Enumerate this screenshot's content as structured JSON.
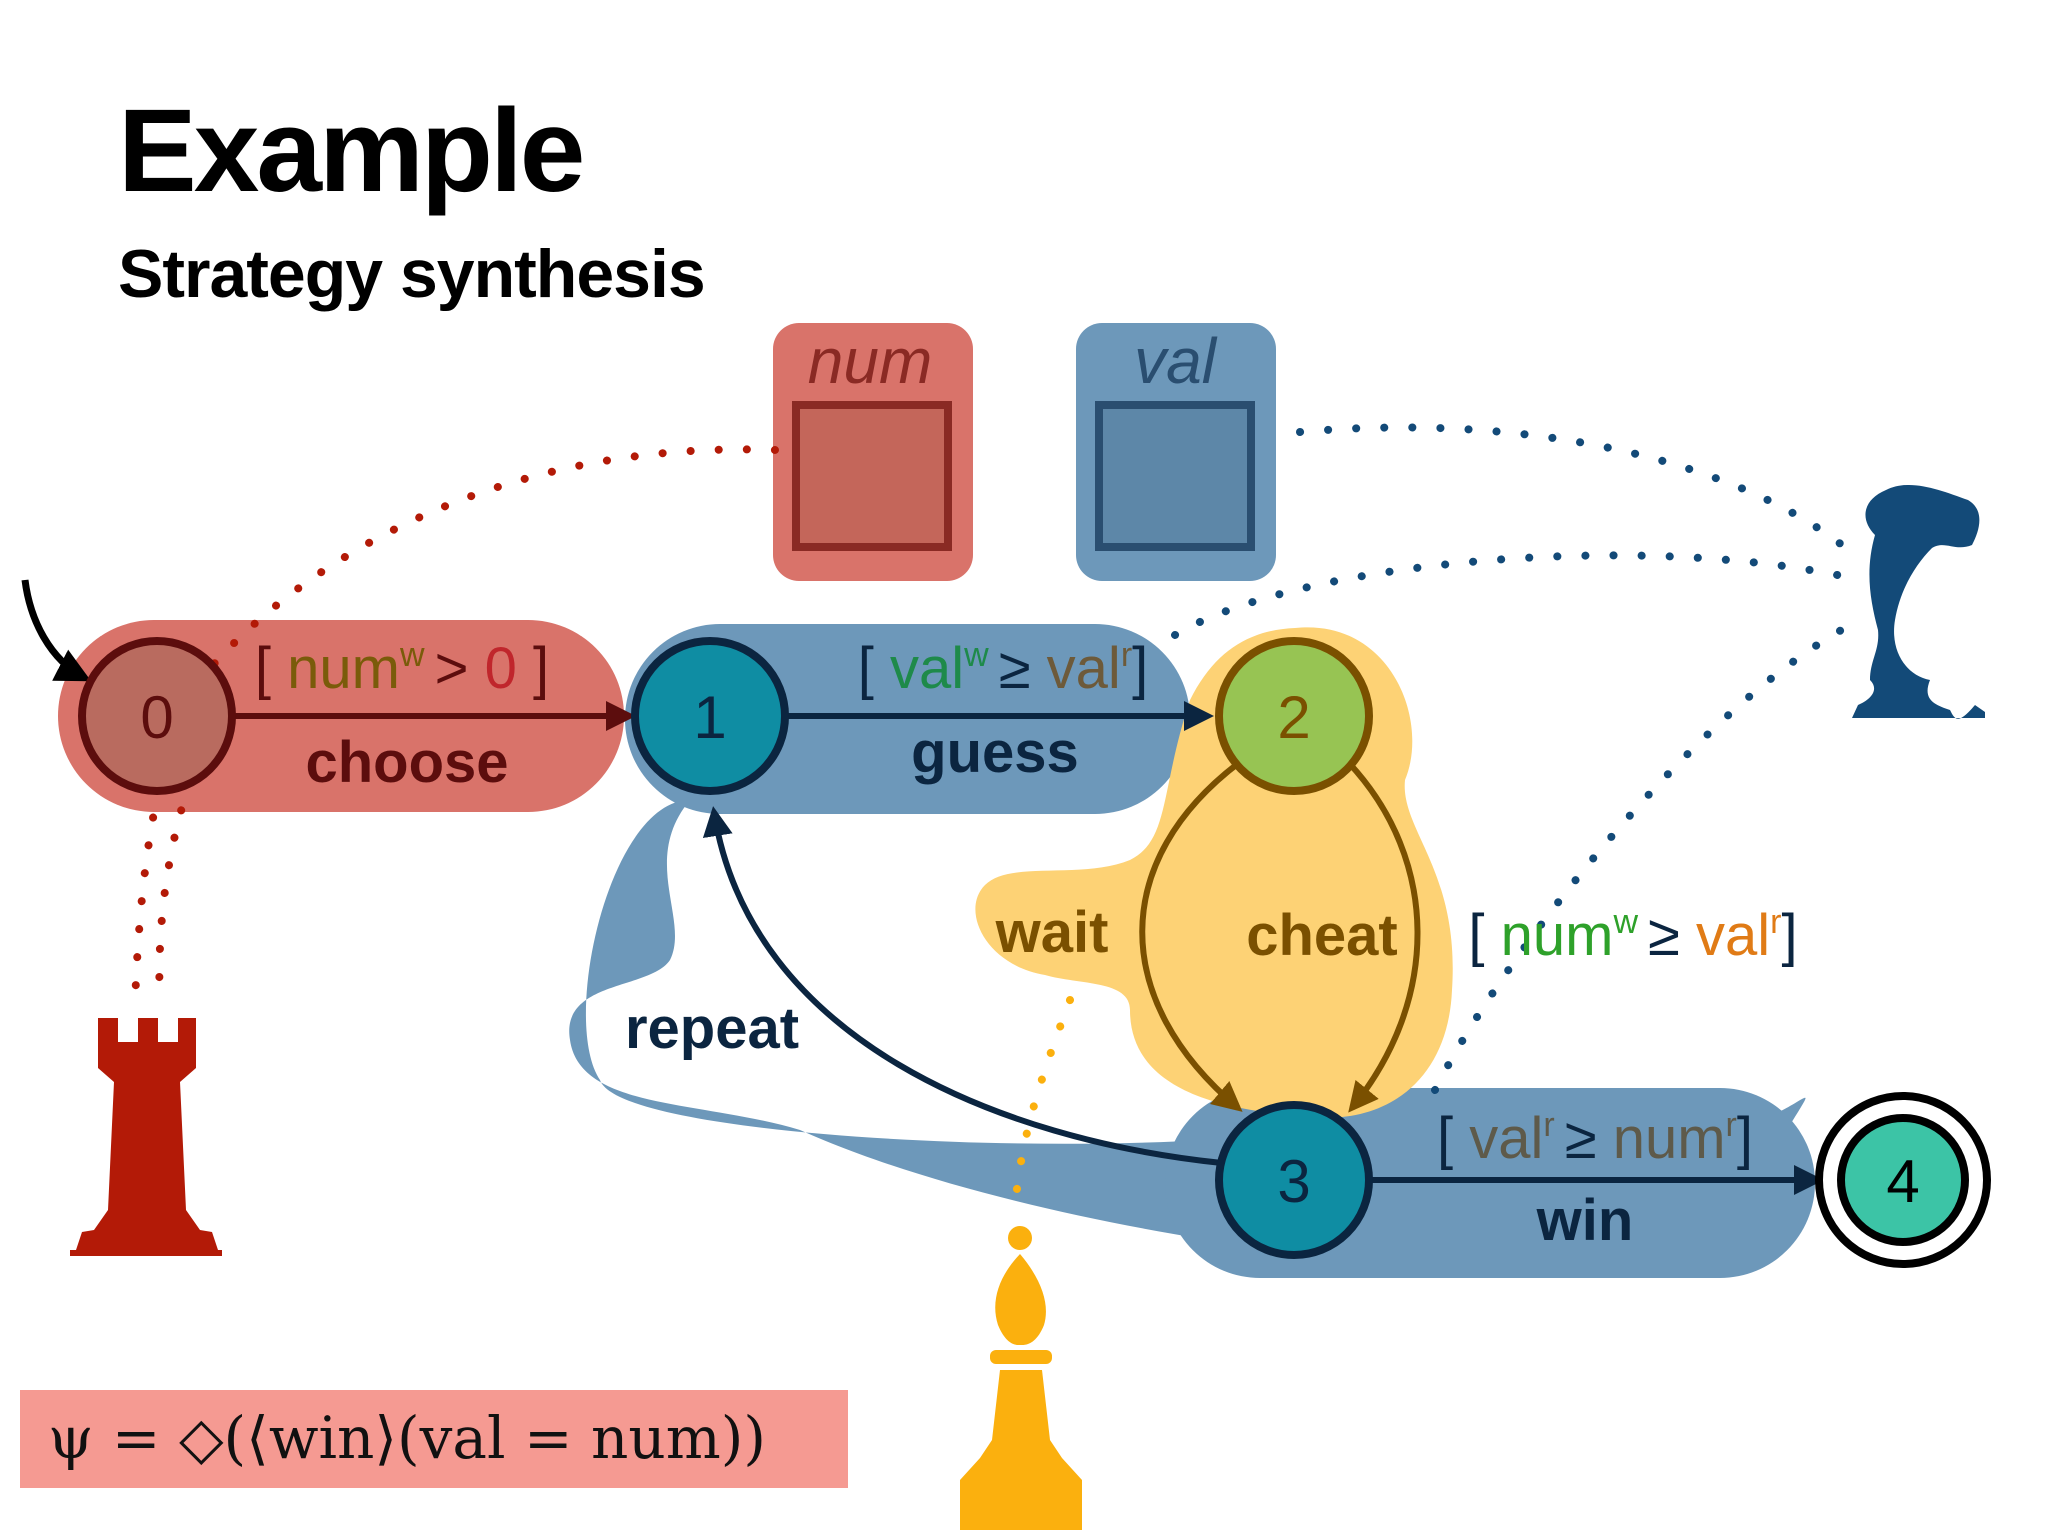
{
  "title": "Example",
  "subtitle": "Strategy synthesis",
  "variables": {
    "num": "num",
    "val": "val"
  },
  "states": {
    "s0": "0",
    "s1": "1",
    "s2": "2",
    "s3": "3",
    "s4": "4"
  },
  "transitions": {
    "choose": {
      "label": "choose",
      "guard": {
        "open": "[",
        "left": "num",
        "left_sup": "w",
        "op": ">",
        "right": "0",
        "close": "]"
      }
    },
    "guess": {
      "label": "guess",
      "guard": {
        "open": "[",
        "left": "val",
        "left_sup": "w",
        "op": "≥",
        "right": "val",
        "right_sup": "r",
        "close": "]"
      }
    },
    "wait": {
      "label": "wait"
    },
    "cheat": {
      "label": "cheat",
      "guard": {
        "open": "[",
        "left": "num",
        "left_sup": "w",
        "op": "≥",
        "right": "val",
        "right_sup": "r",
        "close": "]"
      }
    },
    "repeat": {
      "label": "repeat"
    },
    "win": {
      "label": "win",
      "guard": {
        "open": "[",
        "left": "val",
        "left_sup": "r",
        "op": "≥",
        "right": "num",
        "right_sup": "r",
        "close": "]"
      }
    }
  },
  "formula": "ψ = ◇(⟨win⟩(val = num))",
  "colors": {
    "rook_red": "#b31a07",
    "knight_blue": "#134a78",
    "bishop_yellow": "#fbb00e",
    "num_box": "#d9736a",
    "val_box": "#6d98ba",
    "state_teal": "#0f8da3",
    "state_green": "#97c453",
    "state_final": "#3cc4a6",
    "formula_bg": "#f59a92"
  },
  "icons": [
    "rook-icon",
    "knight-icon",
    "bishop-icon"
  ]
}
